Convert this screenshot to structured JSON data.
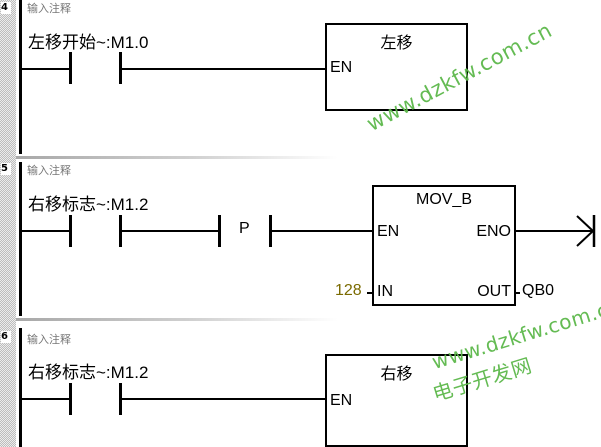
{
  "networks": [
    {
      "number": "4",
      "comment": "输入注释",
      "contact_label": "左移开始~:M1.0",
      "box": {
        "title": "左移",
        "pins_left": [
          "EN"
        ]
      }
    },
    {
      "number": "5",
      "comment": "输入注释",
      "contact_label": "右移标志~:M1.2",
      "edge_detector": "P",
      "box": {
        "title": "MOV_B",
        "pins_left": [
          "EN",
          "IN"
        ],
        "pins_right": [
          "ENO",
          "OUT"
        ],
        "in_value": "128",
        "out_value": "QB0"
      }
    },
    {
      "number": "6",
      "comment": "输入注释",
      "contact_label": "右移标志~:M1.2",
      "box": {
        "title": "右移",
        "pins_left": [
          "EN"
        ]
      }
    }
  ],
  "watermark": {
    "url": "www.dzkfw.com.cn",
    "site_name": "电子开发网",
    "color": "#5cb84a"
  },
  "colors": {
    "constant_value": "#7a6a00",
    "comment_text": "#777777"
  }
}
